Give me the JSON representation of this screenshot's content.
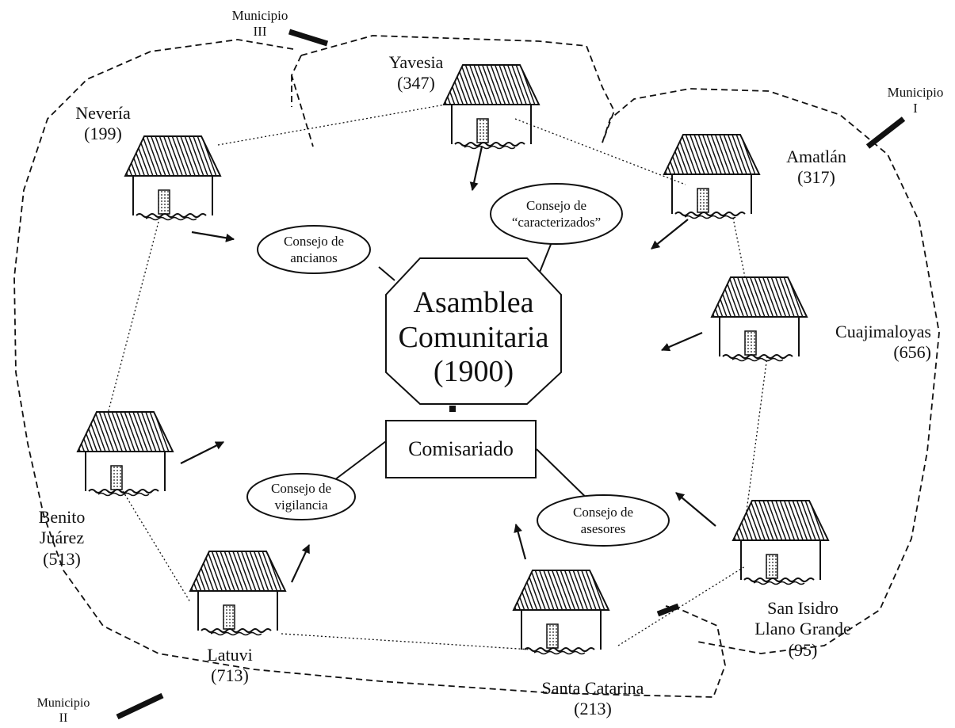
{
  "municipios": [
    {
      "line1": "Municipio",
      "line2": "III"
    },
    {
      "line1": "Municipio",
      "line2": "I"
    },
    {
      "line1": "Municipio",
      "line2": "II"
    }
  ],
  "communities": {
    "yavesia": {
      "name": "Yavesia",
      "count": "(347)"
    },
    "neveria": {
      "name": "Nevería",
      "count": "(199)"
    },
    "amatlan": {
      "name": "Amatlán",
      "count": "(317)"
    },
    "cuajimaloyas": {
      "name": "Cuajimaloyas",
      "count": "(656)"
    },
    "benito": {
      "line1": "Benito",
      "line2": "Juárez",
      "count": "(513)"
    },
    "latuvi": {
      "name": "Latuvi",
      "count": "(713)"
    },
    "santa": {
      "name": "Santa Catarina",
      "count": "(213)"
    },
    "sanisidro": {
      "line1": "San Isidro",
      "line2": "Llano Grande",
      "count": "(95)"
    }
  },
  "asamblea": {
    "line1": "Asamblea",
    "line2": "Comunitaria",
    "line3": "(1900)"
  },
  "comisariado": "Comisariado",
  "councils": {
    "ancianos": {
      "line1": "Consejo de",
      "line2": "ancianos"
    },
    "caracterizados": {
      "line1": "Consejo de",
      "line2": "“caracterizados”"
    },
    "vigilancia": {
      "line1": "Consejo de",
      "line2": "vigilancia"
    },
    "asesores": {
      "line1": "Consejo de",
      "line2": "asesores"
    }
  }
}
